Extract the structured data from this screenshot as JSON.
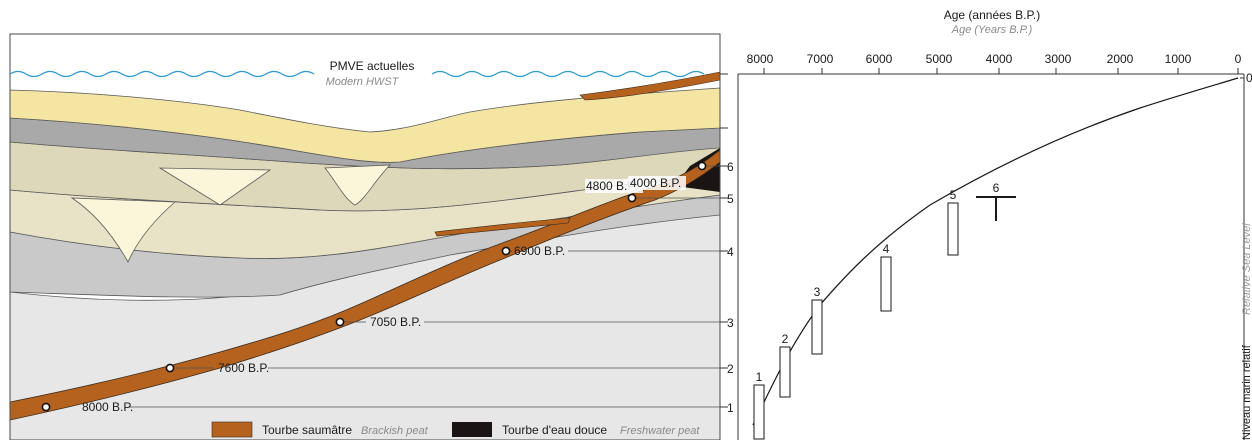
{
  "cross_section": {
    "water_label": "PMVE actuelles",
    "water_label_en": "Modern HWST",
    "samples": [
      {
        "id": "1",
        "age": "8000 B.P."
      },
      {
        "id": "2",
        "age": "7600 B.P."
      },
      {
        "id": "3",
        "age": "7050 B.P."
      },
      {
        "id": "4",
        "age": "6900 B.P."
      },
      {
        "id": "5",
        "age": "4800 B.P."
      },
      {
        "id": "6",
        "age": "4000 B.P."
      }
    ],
    "legend": {
      "brackish_fr": "Tourbe saumâtre",
      "brackish_en": "Brackish peat",
      "fresh_fr": "Tourbe d'eau douce",
      "fresh_en": "Freshwater peat"
    },
    "colors": {
      "brackish_peat": "#b5621f",
      "freshwater_peat": "#1a1414",
      "water_line": "#2a9ad6"
    }
  },
  "curve_plot": {
    "title_fr": "Age (années B.P.)",
    "title_en": "Age (Years B.P.)",
    "x_ticks": [
      "8000",
      "7000",
      "6000",
      "5000",
      "4000",
      "3000",
      "2000",
      "1000",
      "0"
    ],
    "y_zero": "0",
    "y_label_fr": "Niveau marin relatif",
    "y_label_en": "Relative Sea Level",
    "box_labels": [
      "1",
      "2",
      "3",
      "4",
      "5",
      "6"
    ]
  }
}
